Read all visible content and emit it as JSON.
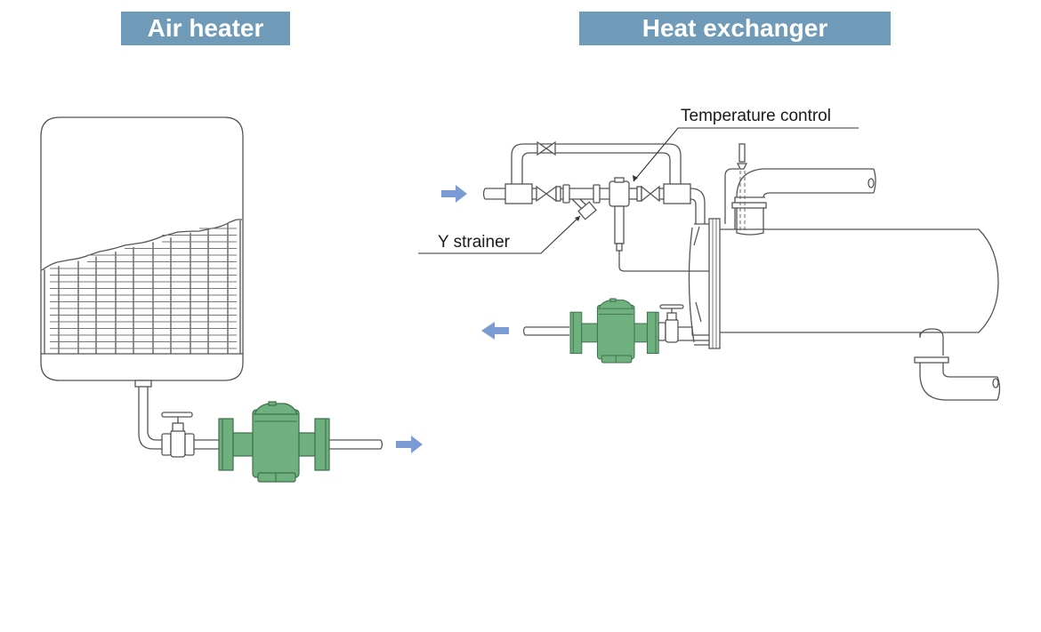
{
  "titles": {
    "left": "Air heater",
    "right": "Heat exchanger"
  },
  "labels": {
    "temperature_control": "Temperature control",
    "y_strainer": "Y strainer"
  },
  "colors": {
    "banner": "#6f9ab8",
    "banner_text": "#ffffff",
    "trap": "#6fb07f",
    "flow_arrow": "#7a9bd3"
  },
  "icons": {
    "flow_arrows": [
      "arrow-right",
      "arrow-right",
      "arrow-left"
    ]
  }
}
